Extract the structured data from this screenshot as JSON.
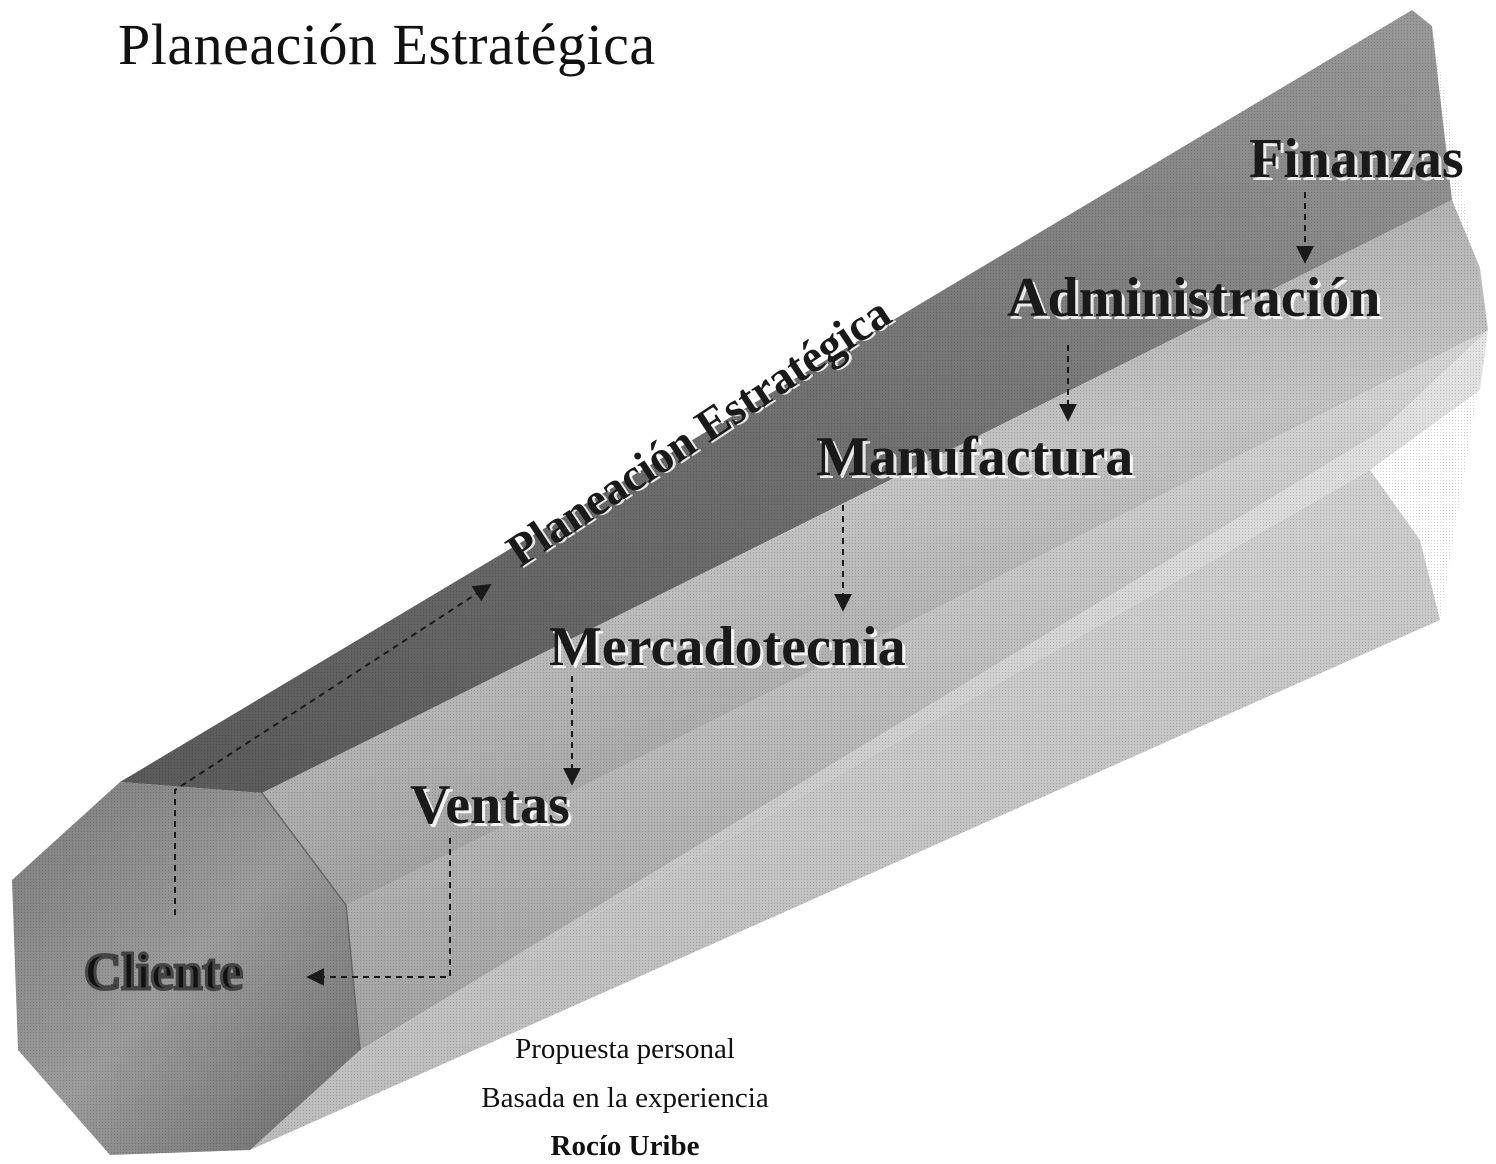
{
  "title": "Planeación Estratégica",
  "beam_label": "Planeación Estratégica",
  "departments": {
    "finanzas": "Finanzas",
    "administracion": "Administración",
    "manufactura": "Manufactura",
    "mercadotecnia": "Mercadotecnia",
    "ventas": "Ventas",
    "cliente": "Cliente"
  },
  "credits": {
    "line1": "Propuesta personal",
    "line2": "Basada en la experiencia",
    "author": "Rocío Uribe"
  }
}
